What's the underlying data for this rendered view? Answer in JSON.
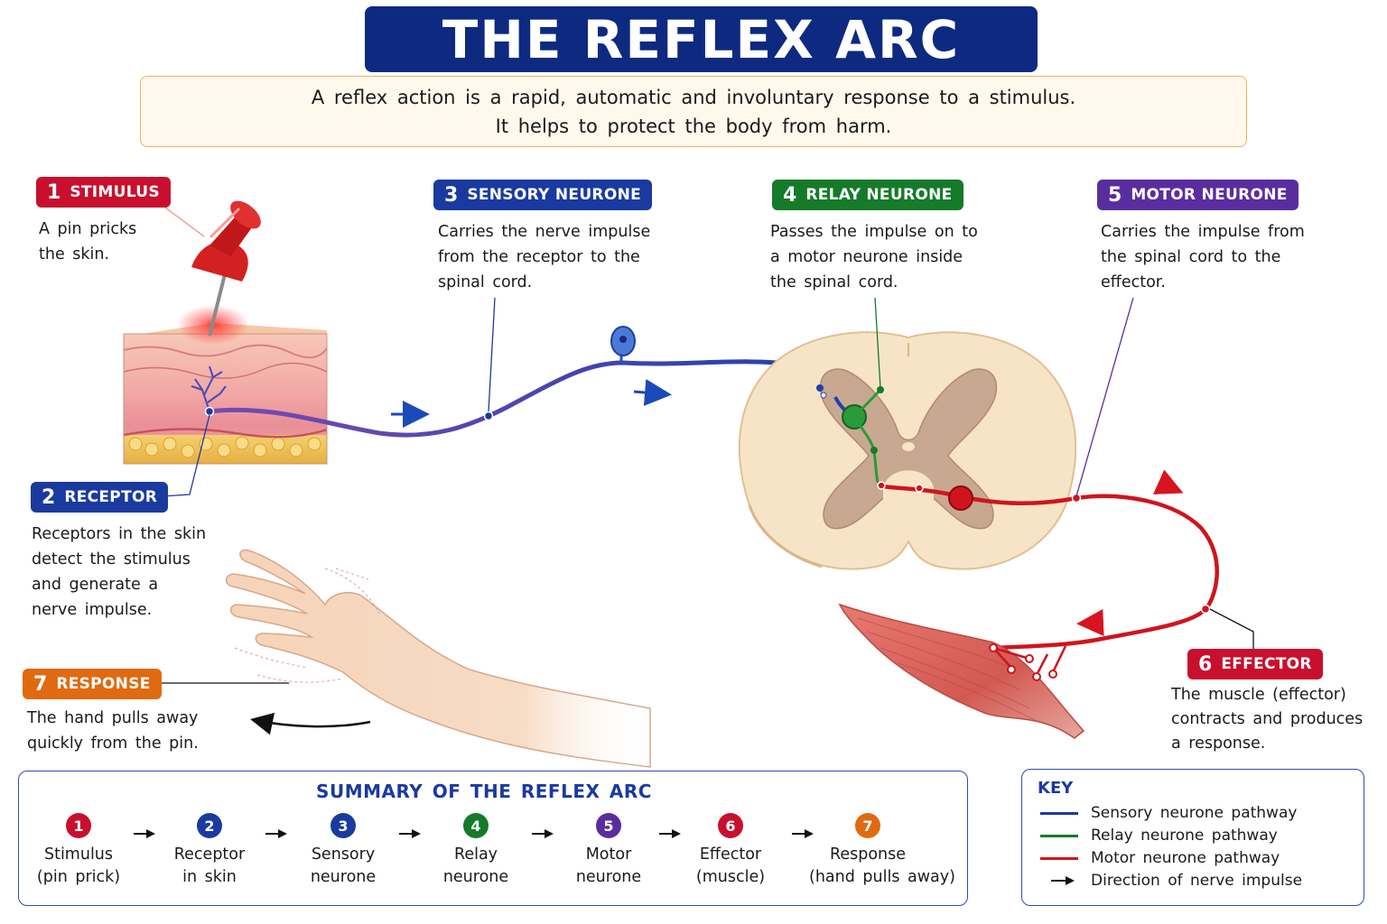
{
  "title": "THE REFLEX ARC",
  "intro": {
    "line1": "A reflex action is a rapid, automatic and involuntary response to a stimulus.",
    "line2": "It helps to protect the body from harm."
  },
  "labels": {
    "stimulus": {
      "num": "1",
      "title": "STIMULUS",
      "lines": [
        "A pin pricks",
        "the skin."
      ],
      "color": "#c8102e"
    },
    "receptor": {
      "num": "2",
      "title": "RECEPTOR",
      "lines": [
        "Receptors in the skin",
        "detect the stimulus",
        "and generate a",
        "nerve impulse."
      ],
      "color": "#1a3aa0"
    },
    "sensory": {
      "num": "3",
      "title": "SENSORY NEURONE",
      "lines": [
        "Carries the nerve impulse",
        "from the receptor to the",
        "spinal cord."
      ],
      "color": "#1a3aa0"
    },
    "relay": {
      "num": "4",
      "title": "RELAY NEURONE",
      "lines": [
        "Passes the impulse on to",
        "a motor neurone inside",
        "the spinal cord."
      ],
      "color": "#157a2a"
    },
    "motor": {
      "num": "5",
      "title": "MOTOR NEURONE",
      "lines": [
        "Carries the impulse from",
        "the spinal cord to the",
        "effector."
      ],
      "color": "#5a2d9e"
    },
    "effector": {
      "num": "6",
      "title": "EFFECTOR",
      "lines": [
        "The muscle (effector)",
        "contracts and produces",
        "a response."
      ],
      "color": "#c8102e"
    },
    "response": {
      "num": "7",
      "title": "RESPONSE",
      "lines": [
        "The hand pulls away",
        "quickly from the pin."
      ],
      "color": "#e06a10"
    }
  },
  "summary": {
    "title": "SUMMARY OF THE REFLEX ARC",
    "steps": [
      {
        "num": "1",
        "l1": "Stimulus",
        "l2": "(pin prick)",
        "color": "#c8102e"
      },
      {
        "num": "2",
        "l1": "Receptor",
        "l2": "in skin",
        "color": "#1a3aa0"
      },
      {
        "num": "3",
        "l1": "Sensory",
        "l2": "neurone",
        "color": "#1a3aa0"
      },
      {
        "num": "4",
        "l1": "Relay",
        "l2": "neurone",
        "color": "#157a2a"
      },
      {
        "num": "5",
        "l1": "Motor",
        "l2": "neurone",
        "color": "#5a2d9e"
      },
      {
        "num": "6",
        "l1": "Effector",
        "l2": "(muscle)",
        "color": "#c8102e"
      },
      {
        "num": "7",
        "l1": "Response",
        "l2": "(hand pulls away)",
        "color": "#e06a10"
      }
    ]
  },
  "key": {
    "title": "KEY",
    "items": [
      {
        "label": "Sensory neurone pathway",
        "color": "#1a3aa0"
      },
      {
        "label": "Relay neurone pathway",
        "color": "#157a2a"
      },
      {
        "label": "Motor neurone pathway",
        "color": "#d0141e"
      },
      {
        "label": "Direction of nerve impulse",
        "color": "#111111"
      }
    ]
  }
}
